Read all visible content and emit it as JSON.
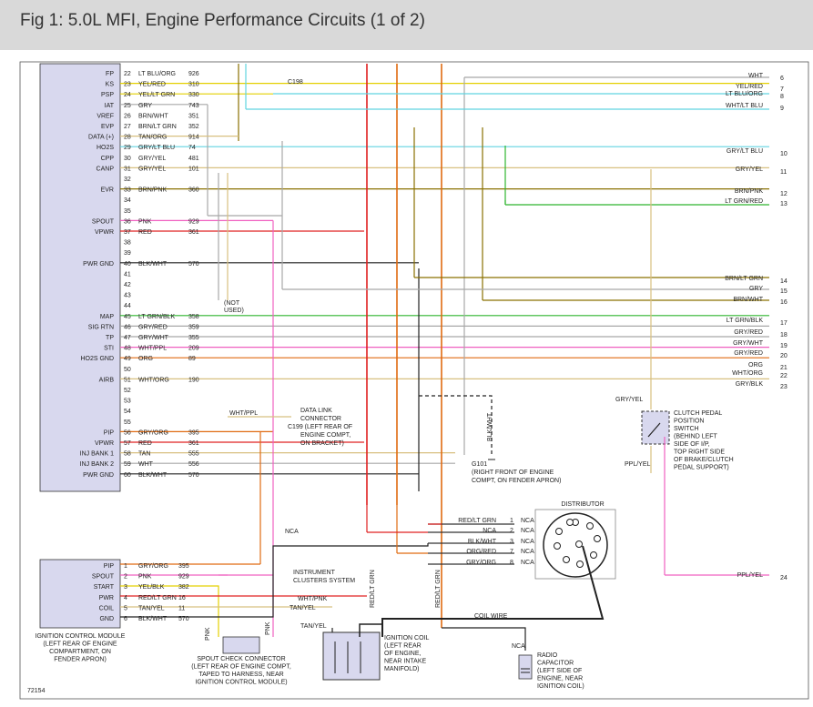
{
  "header": {
    "title": "Fig 1: 5.0L MFI, Engine Performance Circuits (1 of 2)"
  },
  "colors": {
    "red": "#e02020",
    "orange": "#e06a10",
    "yellow": "#e4d000",
    "cyan": "#60d4e0",
    "gray": "#a8a8a8",
    "olive": "#8a7000",
    "green": "#2fb52f",
    "pink": "#f060c0",
    "tan": "#d8c080",
    "black": "#222222",
    "blue": "#6060d0"
  },
  "pcm": {
    "side_labels": [
      {
        "t": "FP",
        "pin": 22
      },
      {
        "t": "KS",
        "pin": 23
      },
      {
        "t": "PSP",
        "pin": 24
      },
      {
        "t": "IAT",
        "pin": 25
      },
      {
        "t": "VREF",
        "pin": 26
      },
      {
        "t": "EVP",
        "pin": 27
      },
      {
        "t": "DATA (+)",
        "pin": 28
      },
      {
        "t": "HO2S",
        "pin": 29
      },
      {
        "t": "CPP",
        "pin": 30
      },
      {
        "t": "CANP",
        "pin": 31
      },
      {
        "t": "EVR",
        "pin": 33
      },
      {
        "t": "SPOUT",
        "pin": 36
      },
      {
        "t": "VPWR",
        "pin": 37
      },
      {
        "t": "PWR GND",
        "pin": 40
      },
      {
        "t": "MAP",
        "pin": 45
      },
      {
        "t": "SIG RTN",
        "pin": 46
      },
      {
        "t": "TP",
        "pin": 47
      },
      {
        "t": "STI",
        "pin": 48
      },
      {
        "t": "HO2S GND",
        "pin": 49
      },
      {
        "t": "AIRB",
        "pin": 51
      },
      {
        "t": "PIP",
        "pin": 56
      },
      {
        "t": "VPWR",
        "pin": 57
      },
      {
        "t": "INJ BANK 1",
        "pin": 58
      },
      {
        "t": "INJ BANK 2",
        "pin": 59
      },
      {
        "t": "PWR GND",
        "pin": 60
      }
    ],
    "rows": [
      {
        "pin": "22",
        "wire": "LT BLU/ORG",
        "num": "926",
        "color": "cyan"
      },
      {
        "pin": "23",
        "wire": "YEL/RED",
        "num": "310",
        "color": "yellow"
      },
      {
        "pin": "24",
        "wire": "YEL/LT GRN",
        "num": "330",
        "color": "yellow"
      },
      {
        "pin": "25",
        "wire": "GRY",
        "num": "743",
        "color": "gray"
      },
      {
        "pin": "26",
        "wire": "BRN/WHT",
        "num": "351",
        "color": "olive"
      },
      {
        "pin": "27",
        "wire": "BRN/LT GRN",
        "num": "352",
        "color": "olive"
      },
      {
        "pin": "28",
        "wire": "TAN/ORG",
        "num": "914",
        "color": "tan"
      },
      {
        "pin": "29",
        "wire": "GRY/LT BLU",
        "num": "74",
        "color": "cyan"
      },
      {
        "pin": "30",
        "wire": "GRY/YEL",
        "num": "481",
        "color": "gray"
      },
      {
        "pin": "31",
        "wire": "GRY/YEL",
        "num": "101",
        "color": "tan"
      },
      {
        "pin": "32",
        "wire": "",
        "num": "",
        "color": ""
      },
      {
        "pin": "33",
        "wire": "BRN/PNK",
        "num": "360",
        "color": "olive"
      },
      {
        "pin": "34",
        "wire": "",
        "num": "",
        "color": ""
      },
      {
        "pin": "35",
        "wire": "",
        "num": "",
        "color": ""
      },
      {
        "pin": "36",
        "wire": "PNK",
        "num": "929",
        "color": "pink"
      },
      {
        "pin": "37",
        "wire": "RED",
        "num": "361",
        "color": "red"
      },
      {
        "pin": "38",
        "wire": "",
        "num": "",
        "color": ""
      },
      {
        "pin": "39",
        "wire": "",
        "num": "",
        "color": ""
      },
      {
        "pin": "40",
        "wire": "BLK/WHT",
        "num": "570",
        "color": "black"
      },
      {
        "pin": "41",
        "wire": "",
        "num": "",
        "color": ""
      },
      {
        "pin": "42",
        "wire": "",
        "num": "",
        "color": ""
      },
      {
        "pin": "43",
        "wire": "",
        "num": "",
        "color": ""
      },
      {
        "pin": "44",
        "wire": "",
        "num": "",
        "color": ""
      },
      {
        "pin": "45",
        "wire": "LT GRN/BLK",
        "num": "358",
        "color": "green"
      },
      {
        "pin": "46",
        "wire": "GRY/RED",
        "num": "359",
        "color": "gray"
      },
      {
        "pin": "47",
        "wire": "GRY/WHT",
        "num": "355",
        "color": "gray"
      },
      {
        "pin": "48",
        "wire": "WHT/PPL",
        "num": "209",
        "color": "pink"
      },
      {
        "pin": "49",
        "wire": "ORG",
        "num": "89",
        "color": "orange"
      },
      {
        "pin": "50",
        "wire": "",
        "num": "",
        "color": ""
      },
      {
        "pin": "51",
        "wire": "WHT/ORG",
        "num": "190",
        "color": "tan"
      },
      {
        "pin": "52",
        "wire": "",
        "num": "",
        "color": ""
      },
      {
        "pin": "53",
        "wire": "",
        "num": "",
        "color": ""
      },
      {
        "pin": "54",
        "wire": "",
        "num": "",
        "color": ""
      },
      {
        "pin": "55",
        "wire": "",
        "num": "",
        "color": ""
      },
      {
        "pin": "56",
        "wire": "GRY/ORG",
        "num": "395",
        "color": "orange"
      },
      {
        "pin": "57",
        "wire": "RED",
        "num": "361",
        "color": "red"
      },
      {
        "pin": "58",
        "wire": "TAN",
        "num": "555",
        "color": "tan"
      },
      {
        "pin": "59",
        "wire": "WHT",
        "num": "556",
        "color": "gray"
      },
      {
        "pin": "60",
        "wire": "BLK/WHT",
        "num": "570",
        "color": "black"
      }
    ]
  },
  "right_connector": [
    {
      "wire": "WHT",
      "pin": "6",
      "color": "gray"
    },
    {
      "wire": "YEL/RED",
      "pin": "7",
      "color": "yellow"
    },
    {
      "wire": "LT BLU/ORG",
      "pin": "8",
      "color": "cyan"
    },
    {
      "wire": "WHT/LT BLU",
      "pin": "9",
      "color": "cyan"
    },
    {
      "wire": "GRY/LT BLU",
      "pin": "10",
      "color": "cyan"
    },
    {
      "wire": "GRY/YEL",
      "pin": "11",
      "color": "tan"
    },
    {
      "wire": "BRN/PNK",
      "pin": "12",
      "color": "olive"
    },
    {
      "wire": "LT GRN/RED",
      "pin": "13",
      "color": "green"
    },
    {
      "wire": "BRN/LT GRN",
      "pin": "14",
      "color": "olive"
    },
    {
      "wire": "GRY",
      "pin": "15",
      "color": "gray"
    },
    {
      "wire": "BRN/WHT",
      "pin": "16",
      "color": "olive"
    },
    {
      "wire": "LT GRN/BLK",
      "pin": "17",
      "color": "green"
    },
    {
      "wire": "GRY/RED",
      "pin": "18",
      "color": "gray"
    },
    {
      "wire": "GRY/WHT",
      "pin": "19",
      "color": "gray"
    },
    {
      "wire": "GRY/RED",
      "pin": "20",
      "color": "pink"
    },
    {
      "wire": "ORG",
      "pin": "21",
      "color": "orange"
    },
    {
      "wire": "WHT/ORG",
      "pin": "22",
      "color": "tan"
    },
    {
      "wire": "GRY/BLK",
      "pin": "23",
      "color": "gray"
    },
    {
      "wire": "PPL/YEL",
      "pin": "24",
      "color": "pink"
    }
  ],
  "icm": {
    "labels": [
      "PIP",
      "SPOUT",
      "START",
      "PWR",
      "COIL",
      "GND"
    ],
    "rows": [
      {
        "pin": "1",
        "wire": "GRY/ORG",
        "num": "395"
      },
      {
        "pin": "2",
        "wire": "PNK",
        "num": "929"
      },
      {
        "pin": "3",
        "wire": "YEL/BLK",
        "num": "382"
      },
      {
        "pin": "4",
        "wire": "RED/LT GRN",
        "num": "16"
      },
      {
        "pin": "5",
        "wire": "TAN/YEL",
        "num": "11"
      },
      {
        "pin": "6",
        "wire": "BLK/WHT",
        "num": "570"
      }
    ],
    "caption": [
      "IGNITION CONTROL MODULE",
      "(LEFT REAR OF ENGINE",
      "COMPARTMENT, ON",
      "FENDER APRON)"
    ]
  },
  "distributor": {
    "title": "DISTRIBUTOR",
    "rows": [
      {
        "wire": "RED/LT GRN",
        "pin": "1",
        "nca": "NCA"
      },
      {
        "wire": "NCA",
        "pin": "2",
        "nca": "NCA"
      },
      {
        "wire": "BLK/WHT",
        "pin": "3",
        "nca": "NCA"
      },
      {
        "wire": "ORG/RED",
        "pin": "7",
        "nca": "NCA"
      },
      {
        "wire": "GRY/ORG",
        "pin": "8",
        "nca": "NCA"
      }
    ]
  },
  "labels": {
    "c198": "C198",
    "not_used": [
      "(NOT",
      "USED)"
    ],
    "wht_ppl": "WHT/PPL",
    "dlc": [
      "DATA LINK",
      "CONNECTOR",
      "C199  (LEFT REAR OF",
      "ENGINE COMPT,",
      "ON BRACKET)"
    ],
    "blk_wht_v": "BLK/WHT",
    "g101": [
      "G101",
      "(RIGHT FRONT OF ENGINE",
      "COMPT, ON FENDER APRON)"
    ],
    "nca": "NCA",
    "clutch_wire": "GRY/YEL",
    "clutch": [
      "CLUTCH PEDAL",
      "POSITION",
      "SWITCH",
      "(BEHIND LEFT",
      "SIDE OF I/P,",
      "TOP RIGHT SIDE",
      "OF BRAKE/CLUTCH",
      "PEDAL SUPPORT)"
    ],
    "ppl_yel": "PPL/YEL",
    "instrument": [
      "INSTRUMENT",
      "CLUSTERS SYSTEM"
    ],
    "wht_pnk": "WHT/PNK",
    "tan_yel": "TAN/YEL",
    "tan_yel2": "TAN/YEL",
    "red_lt_grn_v1": "RED/LT GRN",
    "red_lt_grn_v2": "RED/LT GRN",
    "coil_wire": "COIL WIRE",
    "pnk_v1": "PNK",
    "pnk_v2": "PNK",
    "spout_conn": [
      "SPOUT CHECK CONNECTOR",
      "(LEFT REAR OF ENGINE COMPT,",
      "TAPED TO HARNESS, NEAR",
      "IGNITION CONTROL MODULE)"
    ],
    "ign_coil": [
      "IGNITION COIL",
      "(LEFT REAR",
      "OF ENGINE,",
      "NEAR INTAKE",
      "MANIFOLD)"
    ],
    "nca_cap": "NCA",
    "radio_cap": [
      "RADIO",
      "CAPACITOR",
      "(LEFT SIDE OF",
      "ENGINE, NEAR",
      "IGNITION COIL)"
    ],
    "fig_number": "72154"
  }
}
